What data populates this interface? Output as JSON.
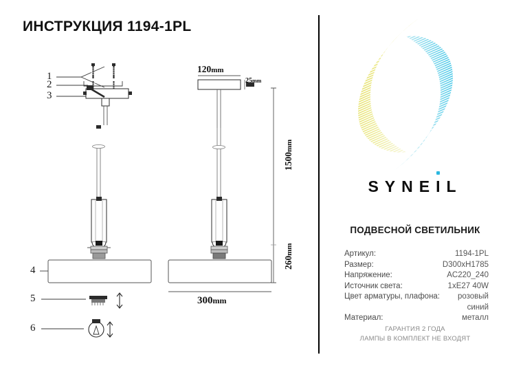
{
  "title": "ИНСТРУКЦИЯ 1194-1PL",
  "brand": {
    "wordmark_before": "SYNE",
    "wordmark_dotted": "I",
    "wordmark_after": "L",
    "logo_icon": "syneil-swoosh-logo",
    "color_yellow": "#e8dc4a",
    "color_cyan": "#35c6e8"
  },
  "product": {
    "type": "ПОДВЕСНОЙ СВЕТИЛЬНИК",
    "specs": [
      {
        "label": "Артикул:",
        "value": "1194-1PL"
      },
      {
        "label": "Размер:",
        "value": "D300xH1785"
      },
      {
        "label": "Напряжение:",
        "value": "AC220_240"
      },
      {
        "label": "Источник света:",
        "value": "1xE27 40W"
      },
      {
        "label": "Цвет арматуры, плафона:",
        "value": "розовый"
      },
      {
        "label": "Материал:",
        "value": "металл"
      }
    ],
    "color_extra_line": "синий"
  },
  "footer": {
    "line1": "ГАРАНТИЯ 2 ГОДА",
    "line2": "ЛАМПЫ В КОМПЛЕКТ НЕ ВХОДЯТ"
  },
  "drawing": {
    "callouts": [
      {
        "num": "1",
        "target": "screws-and-anchors"
      },
      {
        "num": "2",
        "target": "ceiling-bracket-hook"
      },
      {
        "num": "3",
        "target": "ceiling-plate"
      },
      {
        "num": "4",
        "target": "flat-shade"
      },
      {
        "num": "5",
        "target": "socket-mount-step"
      },
      {
        "num": "6",
        "target": "bulb-install-step"
      }
    ],
    "dimensions": {
      "canopy_width": "120",
      "canopy_height": "25",
      "drop_length": "1500",
      "fixture_height": "260",
      "shade_diameter": "300",
      "unit": "mm"
    }
  }
}
